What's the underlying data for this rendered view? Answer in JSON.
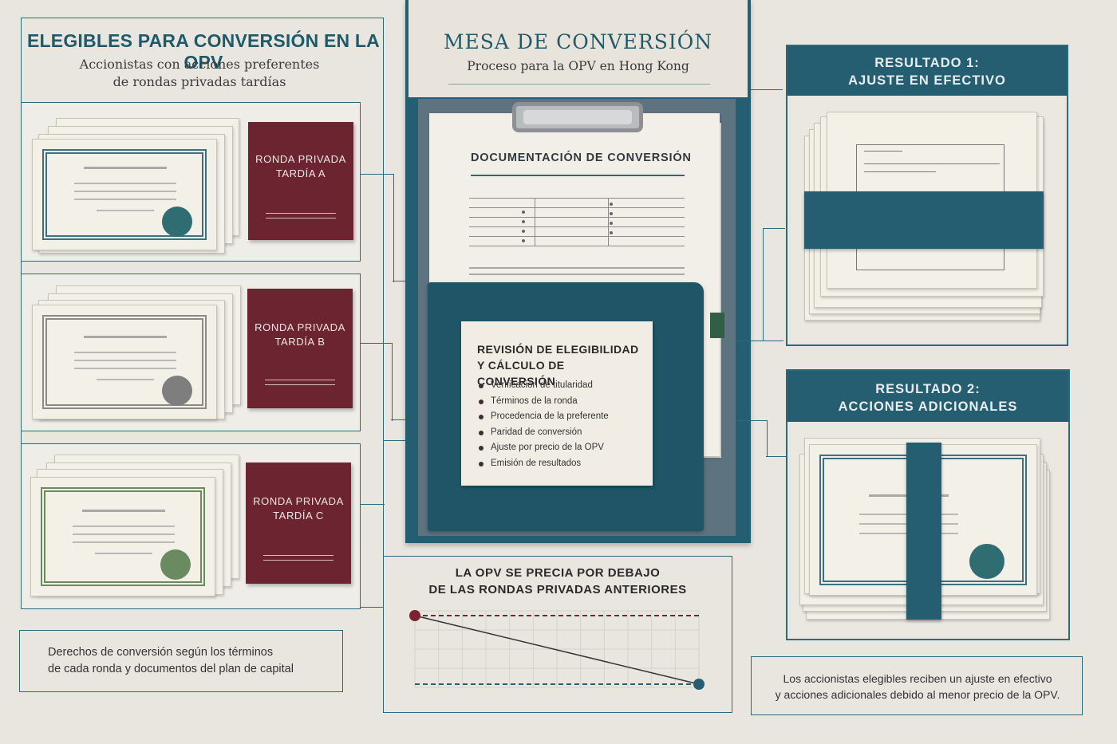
{
  "left": {
    "title": "ELEGIBLES PARA CONVERSIÓN EN LA OPV",
    "subtitle_line1": "Accionistas con acciones preferentes",
    "subtitle_line2": "de rondas privadas tardías",
    "rounds": [
      {
        "line1": "RONDA PRIVADA",
        "line2": "TARDÍA A",
        "border_color": "#3b6f82",
        "seal_color": "#2f6d73"
      },
      {
        "line1": "RONDA PRIVADA",
        "line2": "TARDÍA B",
        "border_color": "#8a8a8a",
        "seal_color": "#7e7e7e"
      },
      {
        "line1": "RONDA PRIVADA",
        "line2": "TARDÍA C",
        "border_color": "#6a8a5f",
        "seal_color": "#6a8a5f"
      }
    ],
    "note_line1": "Derechos de conversión según los términos",
    "note_line2": "de cada ronda y documentos del plan de capital"
  },
  "center": {
    "title": "MESA DE CONVERSIÓN",
    "subtitle": "Proceso para la OPV en Hong Kong",
    "doc_title": "DOCUMENTACIÓN DE CONVERSIÓN",
    "card_title_line1": "REVISIÓN DE ELEGIBILIDAD",
    "card_title_line2": "Y CÁLCULO DE CONVERSIÓN",
    "steps": [
      "Verificación de titularidad",
      "Términos de la ronda",
      "Procedencia de la preferente",
      "Paridad de conversión",
      "Ajuste por precio de la OPV",
      "Emisión de resultados"
    ]
  },
  "chart": {
    "title_line1": "LA OPV SE PRECIA POR DEBAJO",
    "title_line2": "DE LAS RONDAS PRIVADAS ANTERIORES"
  },
  "chart_data": {
    "type": "line",
    "title": "LA OPV SE PRECIA POR DEBAJO DE LAS RONDAS PRIVADAS ANTERIORES",
    "xlabel": "",
    "ylabel": "",
    "grid": true,
    "series": [
      {
        "values": [
          1.0,
          1.0
        ],
        "style": "dashed",
        "color": "#7a2433"
      },
      {
        "values": [
          1.0,
          0.0
        ],
        "style": "solid",
        "color": "#333333"
      },
      {
        "values": [
          0.0,
          0.0
        ],
        "style": "dashed",
        "color": "#255e70"
      }
    ],
    "x": [
      0,
      1
    ],
    "ylim": [
      0,
      1
    ]
  },
  "results": [
    {
      "line1": "RESULTADO 1:",
      "line2": "AJUSTE EN EFECTIVO"
    },
    {
      "line1": "RESULTADO 2:",
      "line2": "ACCIONES ADICIONALES"
    }
  ],
  "right_note_line1": "Los accionistas elegibles reciben un ajuste en efectivo",
  "right_note_line2": "y acciones adicionales debido al menor precio de la OPV.",
  "colors": {
    "teal": "#255e70",
    "burgundy": "#6b2430",
    "paper": "#f2efe8",
    "background": "#e9e6e0"
  }
}
